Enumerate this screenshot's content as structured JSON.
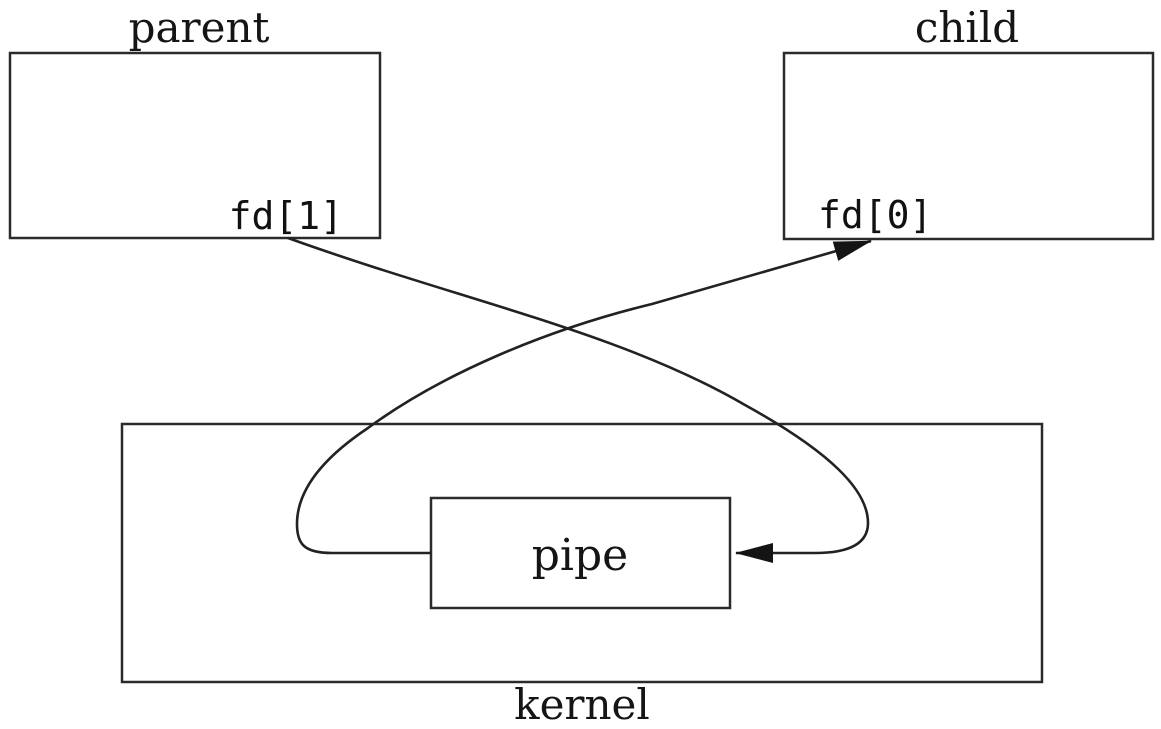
{
  "labels": {
    "parent": "parent",
    "child": "child",
    "kernel": "kernel",
    "pipe": "pipe",
    "parent_fd": "fd[1]",
    "child_fd": "fd[0]"
  },
  "arrows": [
    {
      "from": "parent fd[1]",
      "to": "pipe"
    },
    {
      "from": "pipe",
      "to": "child fd[0]"
    }
  ],
  "colors": {
    "line": "#222222",
    "box_stroke": "#2b2b2b",
    "arrow_fill": "#141414",
    "background": "#ffffff"
  }
}
